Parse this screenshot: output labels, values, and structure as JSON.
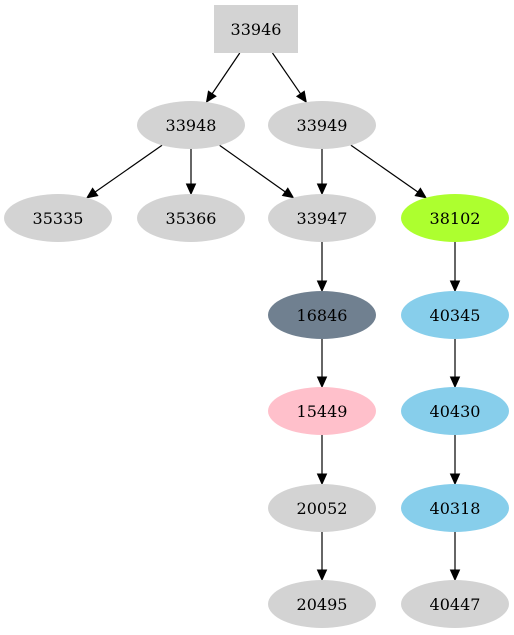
{
  "graph": {
    "nodes": [
      {
        "id": "33946",
        "label": "33946",
        "shape": "box",
        "fill": "#d3d3d3"
      },
      {
        "id": "33948",
        "label": "33948",
        "shape": "ellipse",
        "fill": "#d3d3d3"
      },
      {
        "id": "33949",
        "label": "33949",
        "shape": "ellipse",
        "fill": "#d3d3d3"
      },
      {
        "id": "35335",
        "label": "35335",
        "shape": "ellipse",
        "fill": "#d3d3d3"
      },
      {
        "id": "35366",
        "label": "35366",
        "shape": "ellipse",
        "fill": "#d3d3d3"
      },
      {
        "id": "33947",
        "label": "33947",
        "shape": "ellipse",
        "fill": "#d3d3d3"
      },
      {
        "id": "38102",
        "label": "38102",
        "shape": "ellipse",
        "fill": "#adff2f"
      },
      {
        "id": "16846",
        "label": "16846",
        "shape": "ellipse",
        "fill": "#708090"
      },
      {
        "id": "40345",
        "label": "40345",
        "shape": "ellipse",
        "fill": "#87ceeb"
      },
      {
        "id": "15449",
        "label": "15449",
        "shape": "ellipse",
        "fill": "#ffc0cb"
      },
      {
        "id": "40430",
        "label": "40430",
        "shape": "ellipse",
        "fill": "#87ceeb"
      },
      {
        "id": "20052",
        "label": "20052",
        "shape": "ellipse",
        "fill": "#d3d3d3"
      },
      {
        "id": "40318",
        "label": "40318",
        "shape": "ellipse",
        "fill": "#87ceeb"
      },
      {
        "id": "20495",
        "label": "20495",
        "shape": "ellipse",
        "fill": "#d3d3d3"
      },
      {
        "id": "40447",
        "label": "40447",
        "shape": "ellipse",
        "fill": "#d3d3d3"
      }
    ],
    "edges": [
      {
        "from": "33946",
        "to": "33948"
      },
      {
        "from": "33946",
        "to": "33949"
      },
      {
        "from": "33948",
        "to": "35335"
      },
      {
        "from": "33948",
        "to": "35366"
      },
      {
        "from": "33948",
        "to": "33947"
      },
      {
        "from": "33949",
        "to": "33947"
      },
      {
        "from": "33949",
        "to": "38102"
      },
      {
        "from": "33947",
        "to": "16846"
      },
      {
        "from": "38102",
        "to": "40345"
      },
      {
        "from": "16846",
        "to": "15449"
      },
      {
        "from": "40345",
        "to": "40430"
      },
      {
        "from": "15449",
        "to": "20052"
      },
      {
        "from": "40430",
        "to": "40318"
      },
      {
        "from": "20052",
        "to": "20495"
      },
      {
        "from": "40318",
        "to": "40447"
      }
    ]
  }
}
